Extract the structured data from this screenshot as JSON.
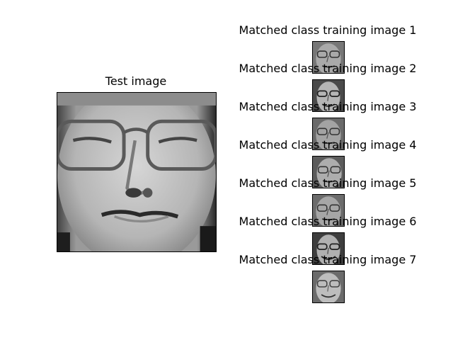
{
  "test_image": {
    "title": "Test image",
    "content": "grayscale face photo of a person wearing glasses"
  },
  "matched_images": [
    {
      "title": "Matched class training image 1"
    },
    {
      "title": "Matched class training image 2"
    },
    {
      "title": "Matched class training image 3"
    },
    {
      "title": "Matched class training image 4"
    },
    {
      "title": "Matched class training image 5"
    },
    {
      "title": "Matched class training image 6"
    },
    {
      "title": "Matched class training image 7"
    }
  ]
}
